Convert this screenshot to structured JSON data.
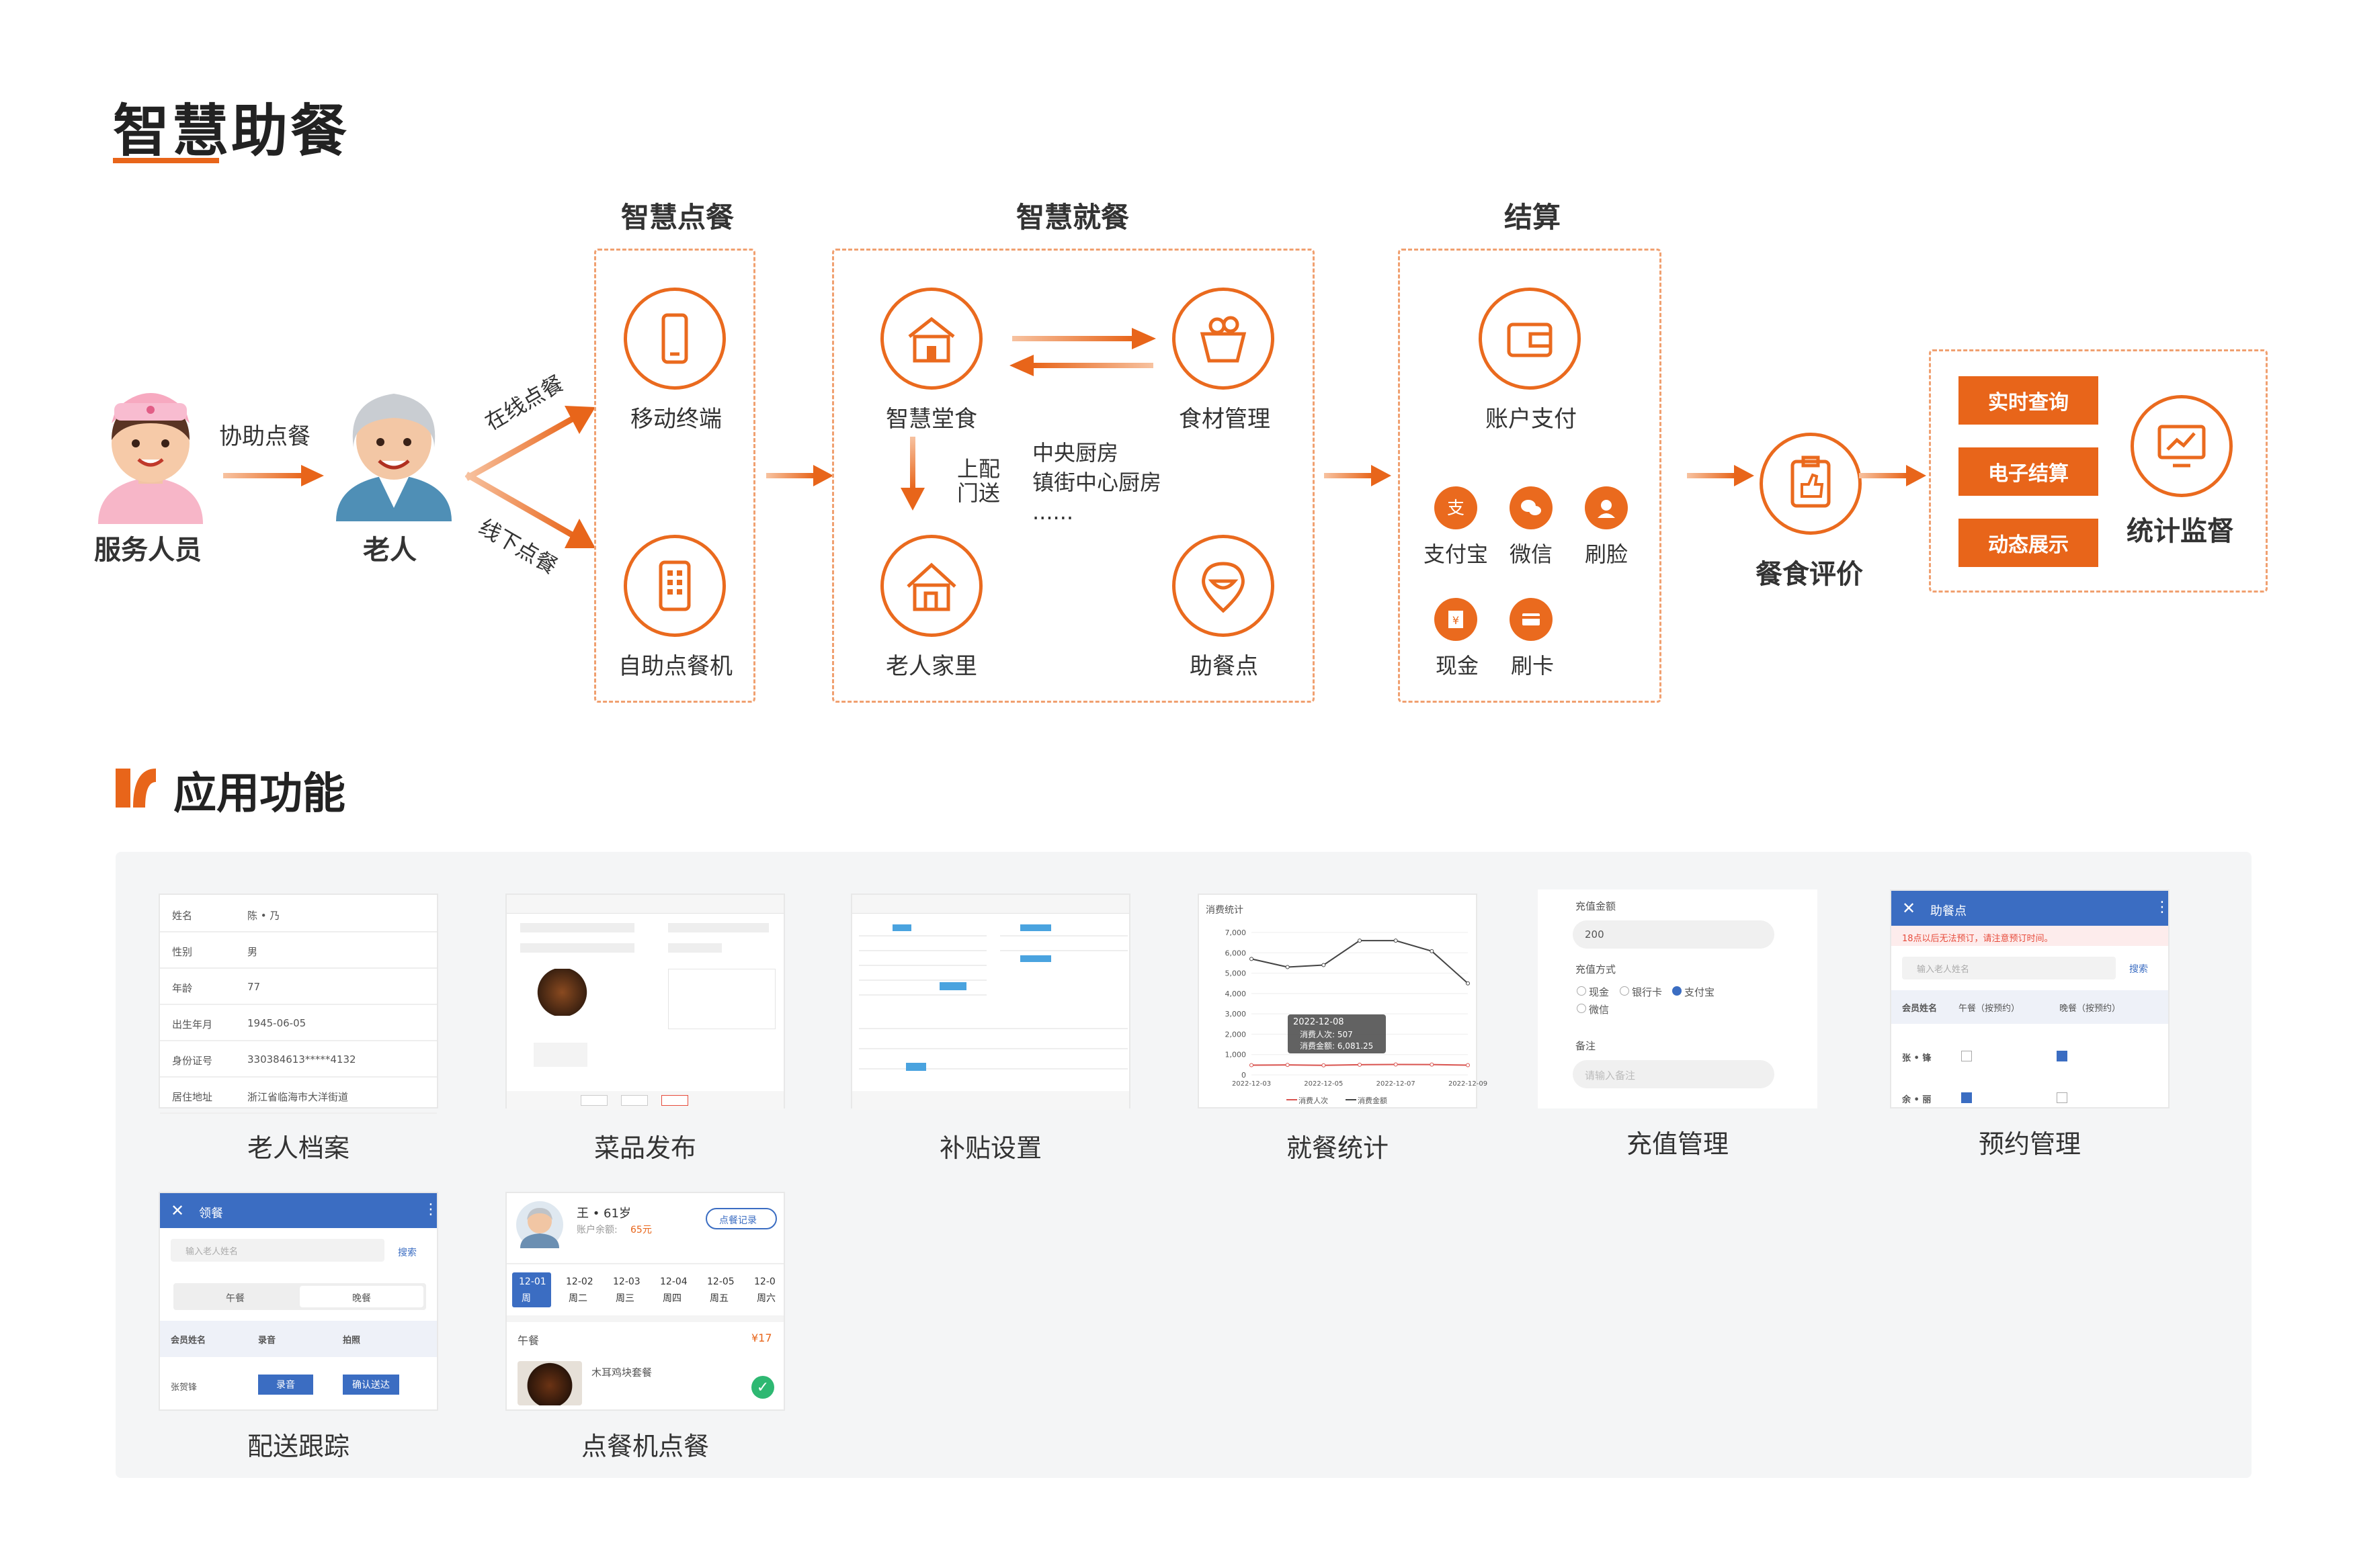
{
  "title": "智慧助餐",
  "section2_title": "应用功能",
  "people": {
    "staff": "服务人员",
    "elder": "老人",
    "assist": "协助点餐",
    "online": "在线点餐",
    "offline": "线下点餐"
  },
  "ordering": {
    "title": "智慧点餐",
    "mobile": "移动终端",
    "kiosk": "自助点餐机"
  },
  "dining": {
    "title": "智慧就餐",
    "canteen": "智慧堂食",
    "ingredients": "食材管理",
    "home": "老人家里",
    "point": "助餐点",
    "delivery": "上配\n门送",
    "kitchens": "中央厨房\n镇街中心厨房\n......"
  },
  "settle": {
    "title": "结算",
    "account": "账户支付",
    "alipay": "支付宝",
    "wechat": "微信",
    "face": "刷脸",
    "cash": "现金",
    "card": "刷卡"
  },
  "evaluation": "餐食评价",
  "monitor": {
    "query": "实时查询",
    "ebill": "电子结算",
    "display": "动态展示",
    "label": "统计监督"
  },
  "features": [
    {
      "caption": "老人档案"
    },
    {
      "caption": "菜品发布"
    },
    {
      "caption": "补贴设置"
    },
    {
      "caption": "就餐统计"
    },
    {
      "caption": "充值管理"
    },
    {
      "caption": "预约管理"
    },
    {
      "caption": "配送跟踪"
    },
    {
      "caption": "点餐机点餐"
    }
  ],
  "profile": {
    "rows": [
      {
        "k": "姓名",
        "v": "陈 • 乃"
      },
      {
        "k": "性别",
        "v": "男"
      },
      {
        "k": "年龄",
        "v": "77"
      },
      {
        "k": "出生年月",
        "v": "1945-06-05"
      },
      {
        "k": "身份证号",
        "v": "330384613*****4132"
      },
      {
        "k": "居住地址",
        "v": "浙江省临海市大洋街道"
      }
    ]
  },
  "stats": {
    "title": "消费统计",
    "yticks": [
      "7,000",
      "6,000",
      "5,000",
      "4,000",
      "3,000",
      "2,000",
      "1,000",
      "0"
    ],
    "xticks": [
      "2022-12-03",
      "2022-12-05",
      "2022-12-07",
      "2022-12-09"
    ],
    "tooltip_date": "2022-12-08",
    "tooltip_count": "消费人次: 507",
    "tooltip_amount": "消费金额: 6,081.25",
    "legend_a": "消费人次",
    "legend_b": "消费金额"
  },
  "chart_data": {
    "type": "line",
    "title": "消费统计",
    "x": [
      "2022-12-03",
      "2022-12-04",
      "2022-12-05",
      "2022-12-06",
      "2022-12-07",
      "2022-12-08",
      "2022-12-09"
    ],
    "ylim": [
      0,
      7000
    ],
    "series": [
      {
        "name": "消费人次",
        "values": [
          480,
          490,
          470,
          500,
          510,
          507,
          480
        ]
      },
      {
        "name": "消费金额",
        "values": [
          5700,
          5300,
          5400,
          6600,
          6600,
          6081.25,
          4500
        ]
      }
    ]
  },
  "recharge": {
    "amount_label": "充值金额",
    "amount_value": "200",
    "method_label": "充值方式",
    "cash": "现金",
    "bank": "银行卡",
    "alipay": "支付宝",
    "wechat": "微信",
    "remark_label": "备注",
    "remark_placeholder": "请输入备注"
  },
  "reserve": {
    "header": "助餐点",
    "warning": "18点以后无法预订，请注意预订时间。",
    "search_placeholder": "输入老人姓名",
    "search_btn": "搜索",
    "col_name": "会员姓名",
    "col_lunch": "午餐（按预约）",
    "col_dinner": "晚餐（按预约）",
    "row1": "张 • 锋",
    "row2": "余 • 丽"
  },
  "delivery_app": {
    "header": "领餐",
    "search_placeholder": "输入老人姓名",
    "search_btn": "搜索",
    "tab_lunch": "午餐",
    "tab_dinner": "晚餐",
    "col_name": "会员姓名",
    "col_record": "录音",
    "col_photo": "拍照",
    "row_name": "张贺锋",
    "btn_record": "录音",
    "btn_confirm": "确认送达"
  },
  "kiosk_app": {
    "name": "王 • 61岁",
    "balance_label": "账户余额:",
    "balance": "65元",
    "record_btn": "点餐记录",
    "dates": [
      {
        "d": "12-01",
        "w": "周"
      },
      {
        "d": "12-02",
        "w": "周二"
      },
      {
        "d": "12-03",
        "w": "周三"
      },
      {
        "d": "12-04",
        "w": "周四"
      },
      {
        "d": "12-05",
        "w": "周五"
      },
      {
        "d": "12-0",
        "w": "周六"
      }
    ],
    "meal": "午餐",
    "price": "¥17",
    "dish": "木耳鸡块套餐"
  }
}
